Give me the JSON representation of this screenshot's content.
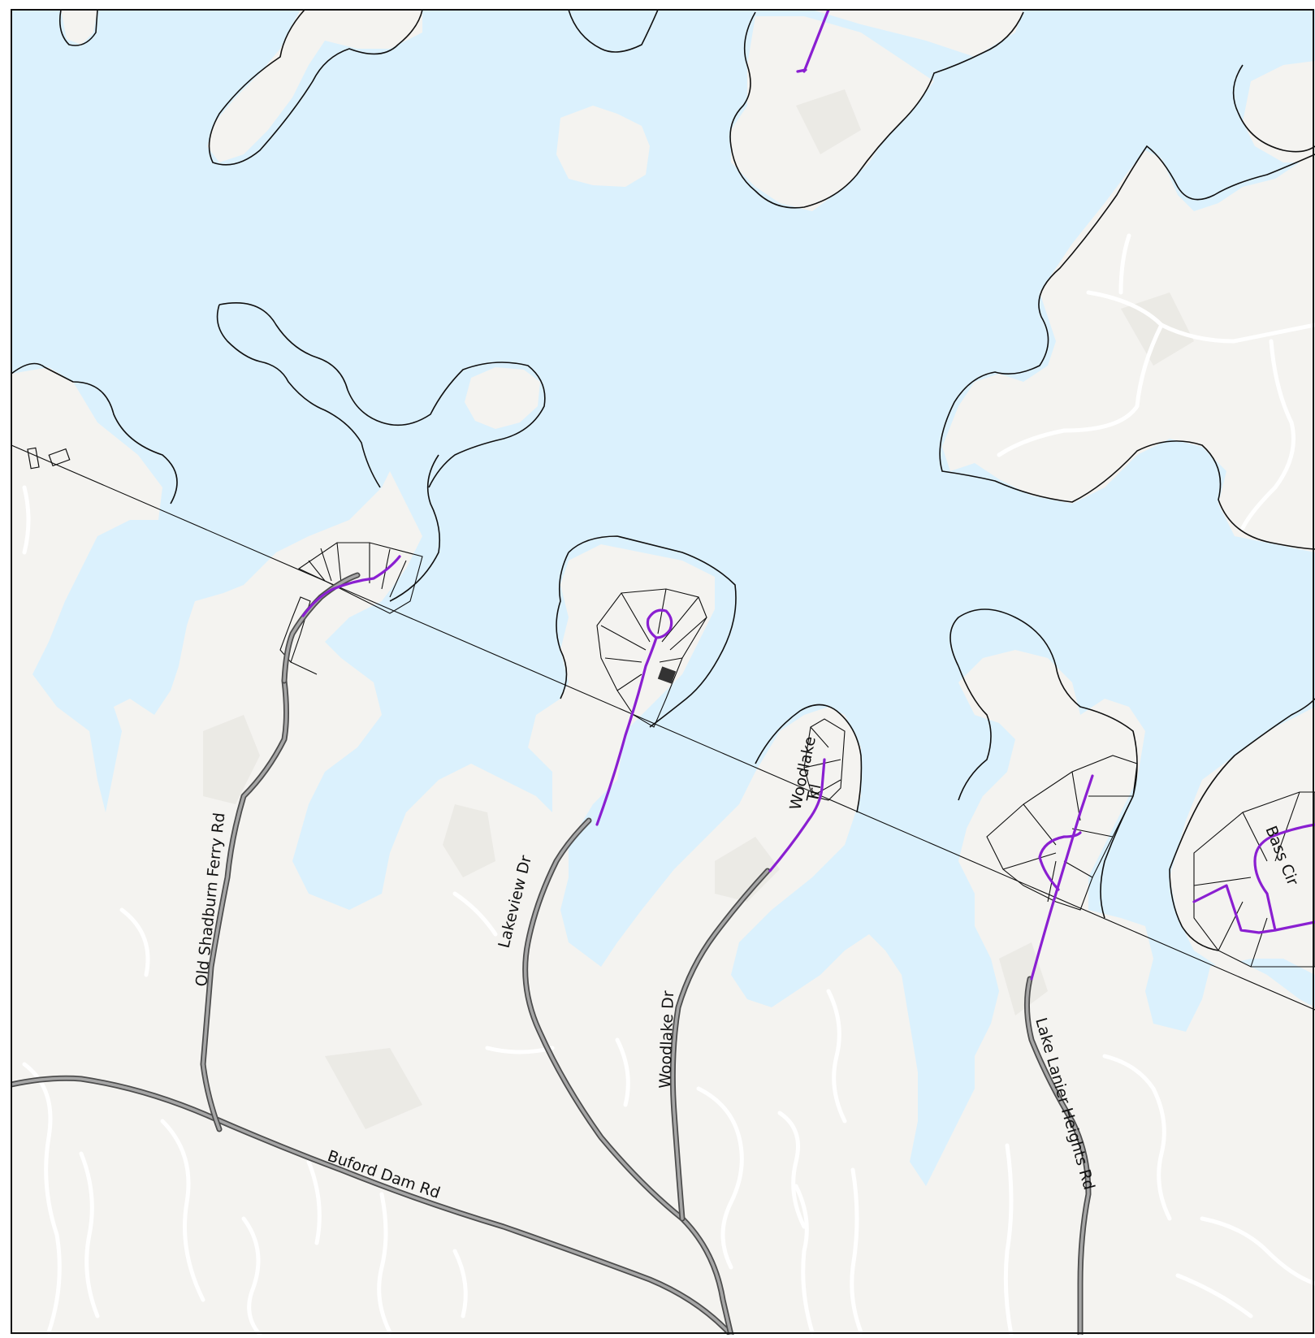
{
  "colors": {
    "water": "#dbf1fd",
    "land": "#f4f3f0",
    "shoreline": "#111111",
    "route": "#8a1fd1",
    "main_road": "#a6a6a6",
    "minor_road": "#ffffff"
  },
  "map": {
    "road_labels": {
      "old_shadburn_ferry_rd": "Old Shadburn Ferry Rd",
      "lakeview_dr": "Lakeview Dr",
      "woodlake_tri_line1": "Woodlake",
      "woodlake_tri_line2": "Trl",
      "woodlake_dr": "Woodlake Dr",
      "buford_dam_rd": "Buford Dam Rd",
      "lake_lanier_heights_rd": "Lake Lanier Heights Rd",
      "bass_cir": "Bass Cir"
    }
  }
}
